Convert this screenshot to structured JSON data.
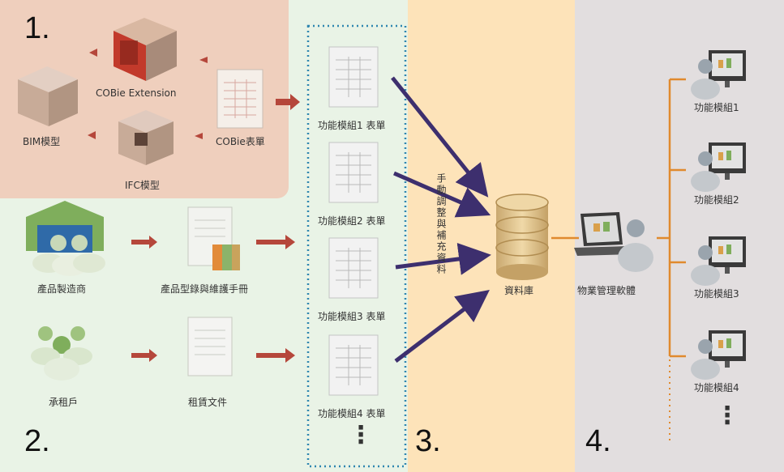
{
  "sections": {
    "s1": "1.",
    "s2": "2.",
    "s3": "3.",
    "s4": "4."
  },
  "section1": {
    "cobie_extension": "COBie Extension",
    "bim_model": "BIM模型",
    "ifc_model": "IFC模型",
    "cobie_form": "COBie表單"
  },
  "section2": {
    "manufacturer": "產品製造商",
    "catalog_manual": "產品型錄與維護手冊",
    "tenant": "承租戶",
    "lease_docs": "租賃文件"
  },
  "forms": [
    {
      "label": "功能模組1 表單"
    },
    {
      "label": "功能模組2 表單"
    },
    {
      "label": "功能模組3 表單"
    },
    {
      "label": "功能模組4 表單"
    }
  ],
  "forms_more": "⋮",
  "section3": {
    "manual_adjust": "手動調整與補充資料",
    "database": "資料庫"
  },
  "section4": {
    "software": "物業管理軟體",
    "modules": [
      {
        "label": "功能模組1"
      },
      {
        "label": "功能模組2"
      },
      {
        "label": "功能模組3"
      },
      {
        "label": "功能模組4"
      }
    ],
    "more": "⋮"
  },
  "colors": {
    "section1_bg": "#efcfbd",
    "section2_bg": "#e9f3e6",
    "section3_bg": "#fde3b9",
    "section4_bg": "#e2dedf",
    "arrow_red": "#b5473b",
    "arrow_navy": "#3d2f6e",
    "bracket_orange": "#e08a2e",
    "dotted_blue": "#2f86b0"
  }
}
